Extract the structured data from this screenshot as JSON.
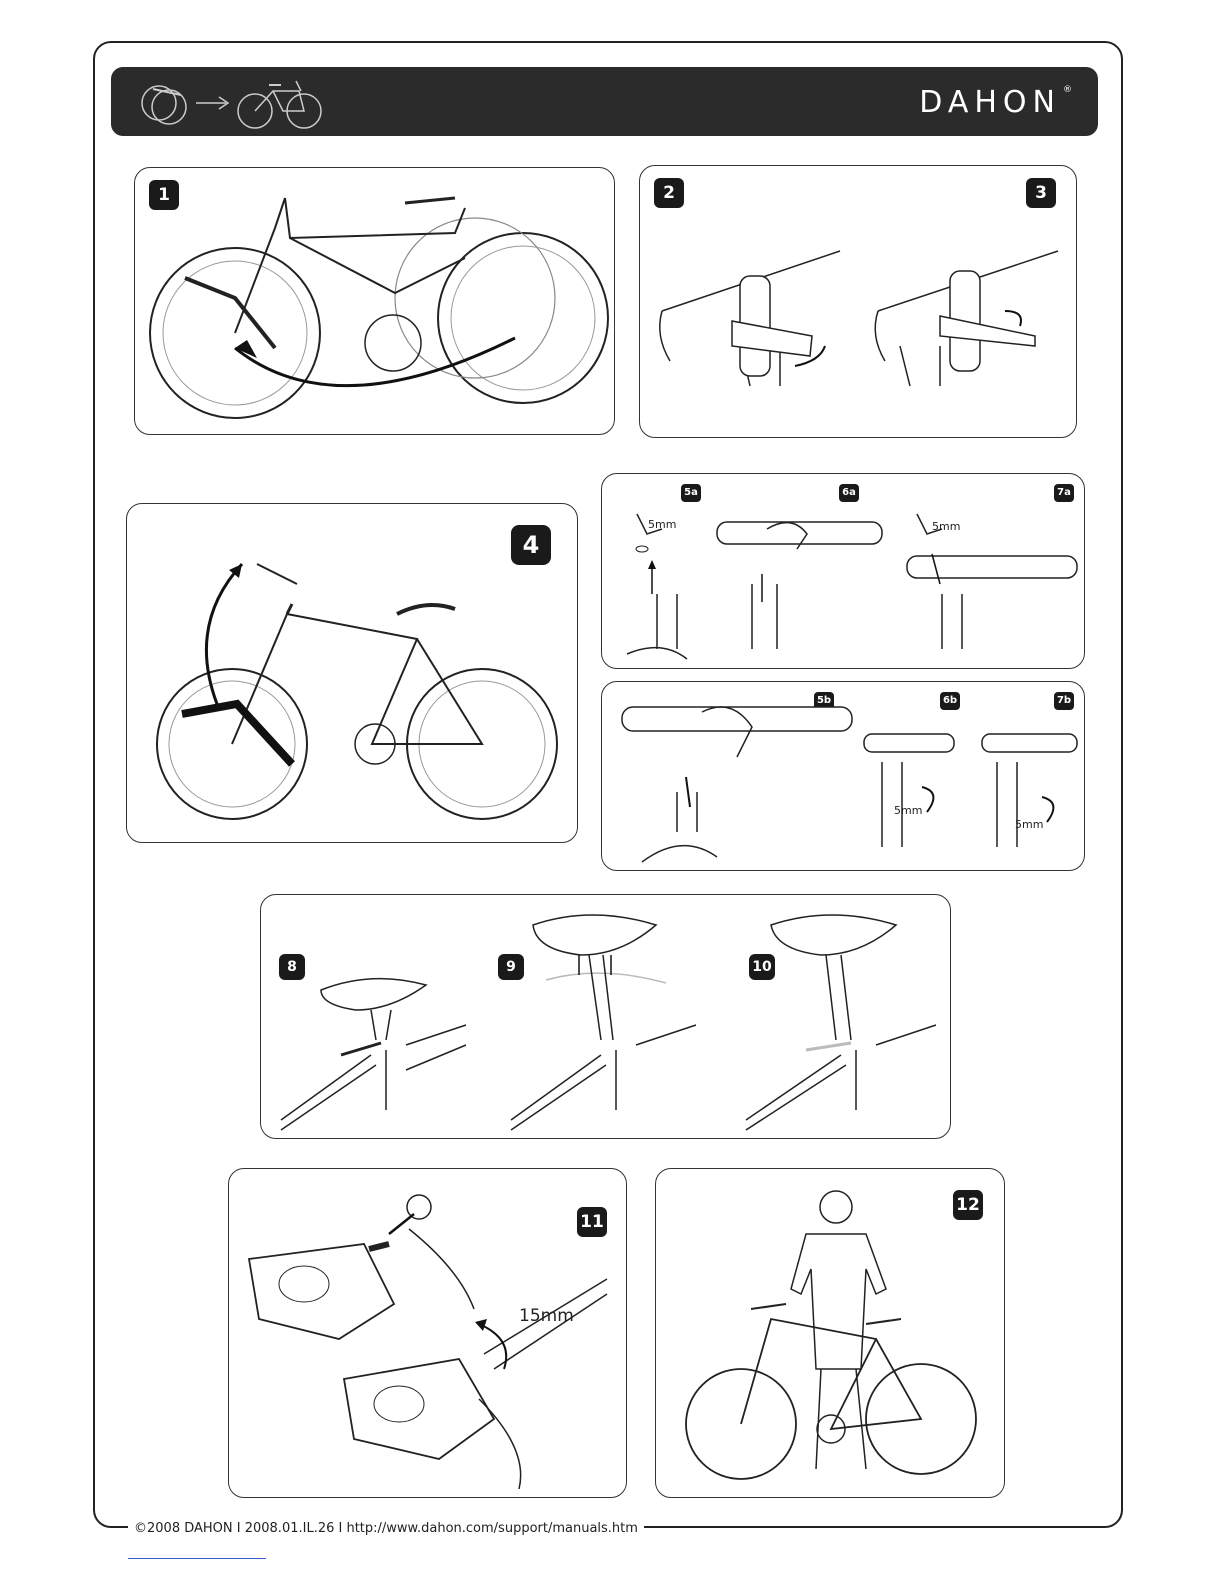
{
  "brand": "DAHON",
  "brand_mark": "®",
  "steps": {
    "s1": "1",
    "s2": "2",
    "s3": "3",
    "s4": "4",
    "s5a": "5a",
    "s6a": "6a",
    "s7a": "7a",
    "s5b": "5b",
    "s6b": "6b",
    "s7b": "7b",
    "s8": "8",
    "s9": "9",
    "s10": "10",
    "s11": "11",
    "s12": "12"
  },
  "tool_labels": {
    "hex5a": "5mm",
    "hex7a": "5mm",
    "hex6b": "5mm",
    "hex7b": "5mm",
    "wrench": "15mm"
  },
  "footer": "©2008 DAHON  I  2008.01.IL.26  I  http://www.dahon.com/support/manuals.htm"
}
